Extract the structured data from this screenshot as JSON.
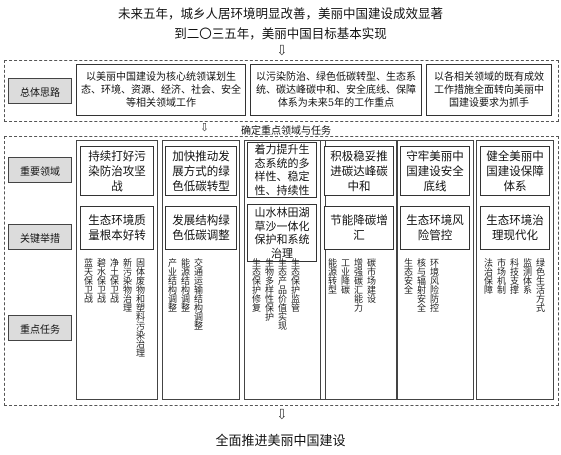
{
  "header": {
    "line1": "未来五年，城乡人居环境明显改善，美丽中国建设成效显著",
    "line2": "到二〇三五年，美丽中国目标基本实现"
  },
  "rows": {
    "row1_label": "总体思路",
    "row2_label": "重要领域",
    "row3_label": "关键举措",
    "row4_label": "重点任务"
  },
  "top_boxes": [
    "以美丽中国建设为核心统领谋划生态、环境、资源、经济、社会、安全等相关领域工作",
    "以污染防治、绿色低碳转型、生态系统、碳达峰碳中和、安全底线、保障体系为未来5年的工作重点",
    "以各相关领域的既有成效工作措施全面转向美丽中国建设要求为抓手"
  ],
  "middle_caption": "确定重点领域与任务",
  "domains": [
    "持续打好污染防治攻坚战",
    "加快推动发展方式的绿色低碳转型",
    "着力提升生态系统的多样性、稳定性、持续性",
    "积极稳妥推进碳达峰碳中和",
    "守牢美丽中国建设安全底线",
    "健全美丽中国建设保障体系"
  ],
  "measures": [
    "生态环境质量根本好转",
    "发展结构绿色低碳调整",
    "山水林田湖草沙一体化保护和系统治理",
    "节能降碳增汇",
    "生态环境风险管控",
    "生态环境治理现代化"
  ],
  "tasks": [
    [
      "蓝天保卫战",
      "碧水保卫战",
      "净土保卫战",
      "新污染物治理",
      "固体废物和塑料污染治理"
    ],
    [
      "产业结构调整",
      "能源结构调整",
      "交通运输结构调整"
    ],
    [
      "生态保护修复",
      "生物多样性保护",
      "生态产品价值实现",
      "生态保护监管"
    ],
    [
      "能源转型",
      "工业降碳",
      "增强碳汇能力",
      "碳市场建设"
    ],
    [
      "生态安全",
      "核与辐射安全",
      "环境风险防控"
    ],
    [
      "法治保障",
      "市场机制",
      "科技支撑",
      "监测体系",
      "绿色生活方式"
    ]
  ],
  "bottom": "全面推进美丽中国建设"
}
